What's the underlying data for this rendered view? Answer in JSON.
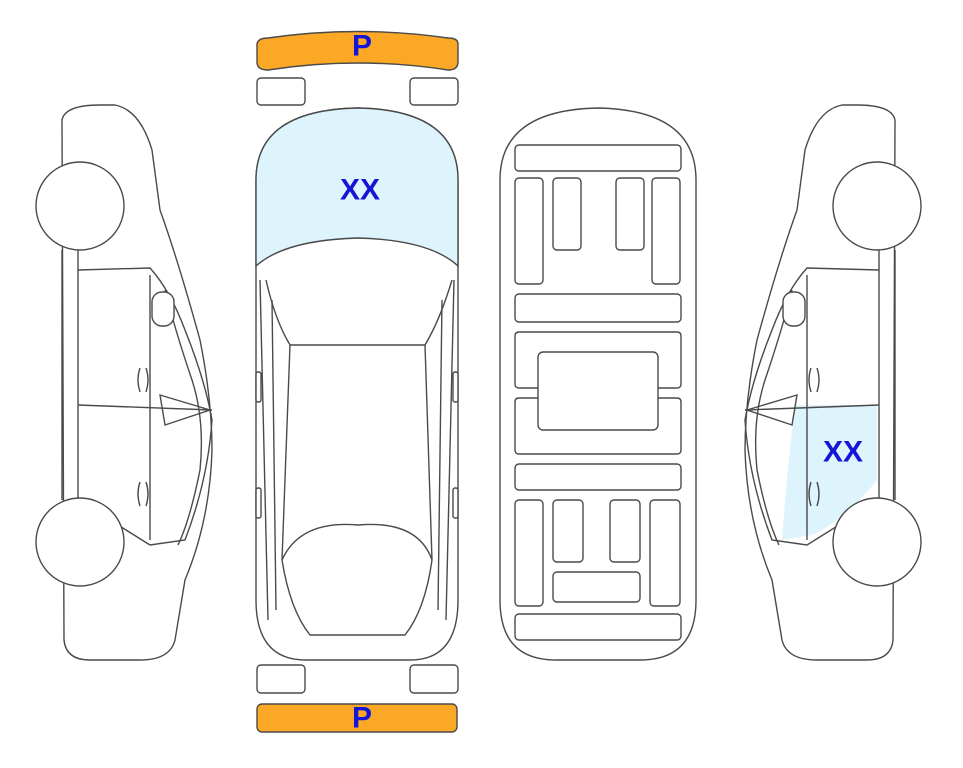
{
  "colors": {
    "outline": "#4a4a4a",
    "damage_fill": "#ddf4fc",
    "bumper_fill": "#fba827",
    "label": "#1515d8"
  },
  "labels": {
    "front_bumper": "P",
    "rear_bumper": "P",
    "hood": "XX",
    "right_rear_door": "XX"
  }
}
